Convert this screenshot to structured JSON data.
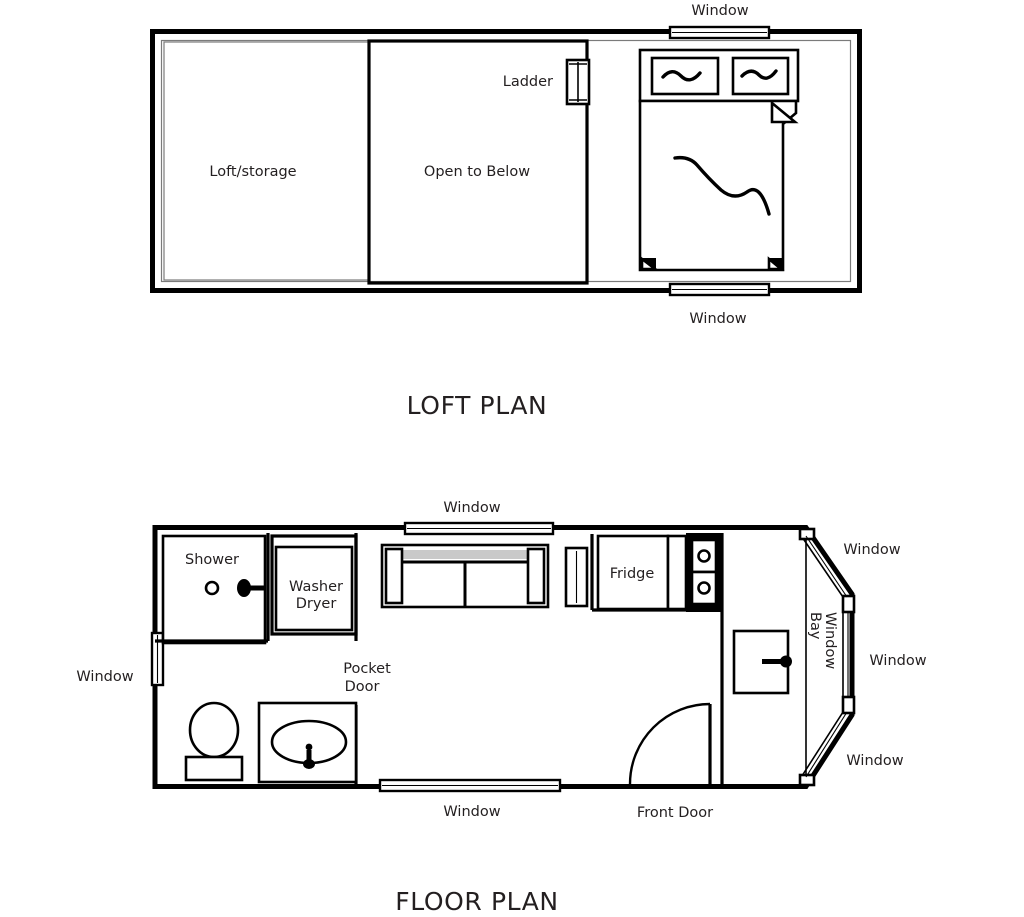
{
  "document": {
    "type": "architectural-floor-plan",
    "subject": "tiny house plans",
    "sheet_count": 2
  },
  "loft_plan": {
    "title": "LOFT PLAN",
    "rooms": [
      {
        "label": "Loft/storage"
      },
      {
        "label": "Open to Below"
      }
    ],
    "features": [
      {
        "label": "Ladder"
      }
    ],
    "windows": [
      {
        "label": "Window",
        "position": "top"
      },
      {
        "label": "Window",
        "position": "bottom"
      }
    ],
    "furniture": [
      {
        "name": "bed",
        "pillows": 2
      }
    ]
  },
  "floor_plan": {
    "title": "FLOOR PLAN",
    "rooms": [
      {
        "label": "Shower"
      },
      {
        "label": "Washer\nDryer",
        "line1": "Washer",
        "line2": "Dryer"
      },
      {
        "label": "Fridge"
      },
      {
        "label": "Bay\nWindow",
        "line1": "Bay",
        "line2": "Window"
      }
    ],
    "features": [
      {
        "label": "Pocket",
        "line2": "Door",
        "full": "Pocket Door"
      },
      {
        "label": "Front Door"
      }
    ],
    "windows": [
      {
        "label": "Window",
        "position": "top-center"
      },
      {
        "label": "Window",
        "position": "left"
      },
      {
        "label": "Window",
        "position": "bottom-center"
      },
      {
        "label": "Window",
        "position": "bay-upper-right"
      },
      {
        "label": "Window",
        "position": "bay-right"
      },
      {
        "label": "Window",
        "position": "bay-lower-right"
      }
    ],
    "fixtures": [
      {
        "name": "toilet"
      },
      {
        "name": "sink"
      },
      {
        "name": "sofa"
      },
      {
        "name": "cooktop",
        "burners": 2
      },
      {
        "name": "pantry-door"
      }
    ]
  },
  "colors": {
    "ink": "#231f20",
    "wall": "#000000",
    "thin_wall": "#7b7b7b",
    "shade": "#c9c9c9",
    "paper": "#ffffff"
  }
}
